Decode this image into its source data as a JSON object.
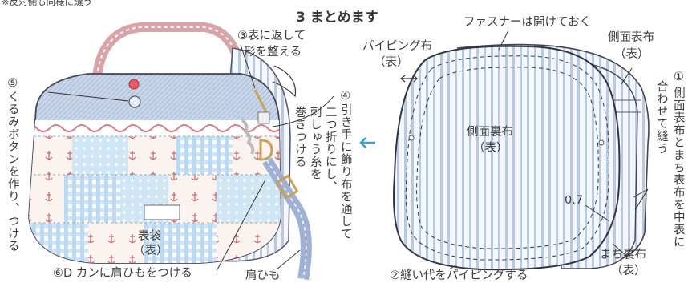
{
  "note_top": "※反対側も同様に縫う",
  "title": "3 まとめます",
  "left": {
    "step3": "③表に返して",
    "step3b": "形を整える",
    "step5": "⑤くるみボタンを作り、つける",
    "step4a": "④引き手に飾り布を通して",
    "step4b": "二つ折りにし、",
    "step4c": "刺しゅう糸を",
    "step4d": "巻きつける",
    "step6": "⑥D カンに肩ひもをつける",
    "strap": "肩ひも",
    "outer_bag": "表袋",
    "outer_bag_side": "（表）"
  },
  "right": {
    "zipper": "ファスナーは開けておく",
    "piping": "パイピング布",
    "piping_side": "（表）",
    "side_outer": "側面表布",
    "side_outer_side": "（表）",
    "side_lining": "側面裏布",
    "side_lining_side": "（表）",
    "step1a": "①",
    "step1b": "側面表布とまち表布を中表に",
    "step1c": "合わせて縫う",
    "measure": "0.7",
    "gusset_lining": "まち裏布",
    "gusset_lining_side": "（表）",
    "step2": "②縫い代をパイピングする"
  },
  "colors": {
    "arrow": "#3aa0cf",
    "text": "#3a3a3a",
    "stripe": "#9fb6d4",
    "pink": "#d97a85"
  }
}
